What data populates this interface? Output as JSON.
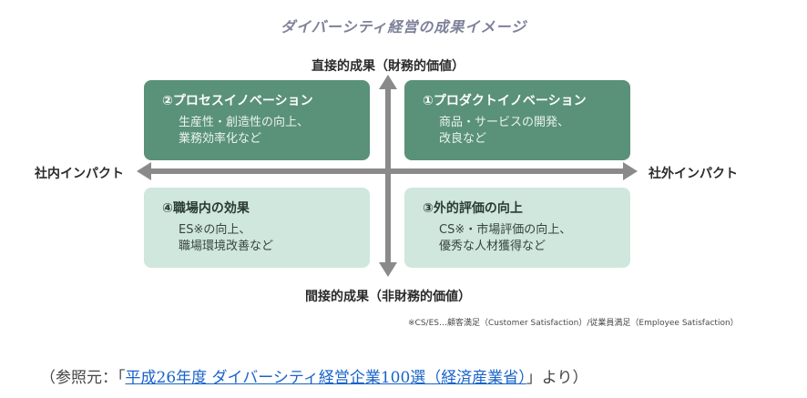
{
  "title": "ダイバーシティ経営の成果イメージ",
  "axes": {
    "top": "直接的成果（財務的価値）",
    "bottom": "間接的成果（非財務的価値）",
    "left": "社内インパクト",
    "right": "社外インパクト"
  },
  "quadrants": {
    "top_left": {
      "title": "②プロセスイノベーション",
      "lines": [
        "生産性・創造性の向上、",
        "業務効率化など"
      ]
    },
    "top_right": {
      "title": "①プロダクトイノベーション",
      "lines": [
        "商品・サービスの開発、",
        "改良など"
      ]
    },
    "bottom_left": {
      "title": "④職場内の効果",
      "lines": [
        "ES※の向上、",
        "職場環境改善など"
      ]
    },
    "bottom_right": {
      "title": "③外的評価の向上",
      "lines": [
        "CS※・市場評価の向上、",
        "優秀な人材獲得など"
      ]
    }
  },
  "footnote": "※CS/ES…顧客満足（Customer Satisfaction）/従業員満足（Employee Satisfaction）",
  "source": {
    "prefix": "（参照元：「",
    "link_text": "平成26年度 ダイバーシティ経営企業100選（経済産業省）",
    "suffix": "」より）"
  },
  "colors": {
    "box_dark": "#5a9179",
    "box_light": "#cfe7dc",
    "axis": "#8a8a8a",
    "link": "#1a63c9"
  }
}
